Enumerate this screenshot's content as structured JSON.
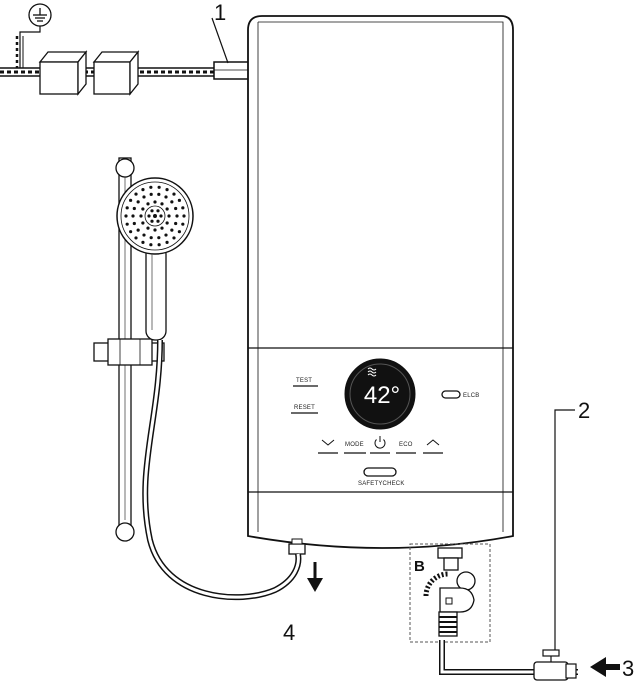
{
  "callouts": {
    "c1": "1",
    "c2": "2",
    "c3": "3",
    "c4": "4",
    "detail": "B"
  },
  "panel": {
    "test": "TEST",
    "reset": "RESET",
    "mode": "MODE",
    "eco": "ECO",
    "elcb": "ELCB",
    "safety": "SAFETYCHECK",
    "display_temp": "42°"
  },
  "colors": {
    "ink": "#111111",
    "display_bg": "#0a0a0a",
    "display_text": "#ffffff"
  },
  "icons": {
    "earth": "ground-symbol-icon",
    "power": "power-icon",
    "down": "chevron-down-icon",
    "up": "chevron-up-icon",
    "flow_out": "arrow-down-icon",
    "flow_in": "arrow-left-icon"
  }
}
